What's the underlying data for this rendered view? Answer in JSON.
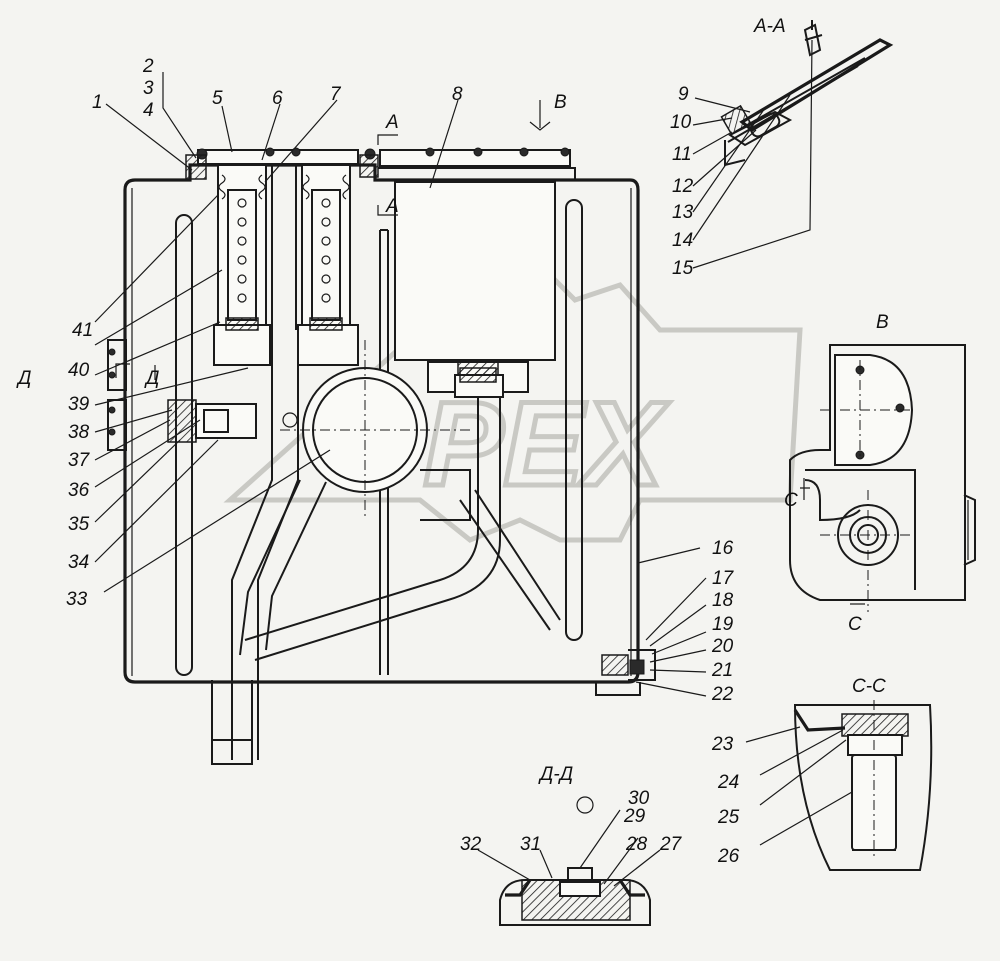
{
  "callouts": [
    {
      "id": "c1",
      "text": "1"
    },
    {
      "id": "c2",
      "text": "2"
    },
    {
      "id": "c3",
      "text": "3"
    },
    {
      "id": "c4",
      "text": "4"
    },
    {
      "id": "c5",
      "text": "5"
    },
    {
      "id": "c6",
      "text": "6"
    },
    {
      "id": "c7",
      "text": "7"
    },
    {
      "id": "c8",
      "text": "8"
    },
    {
      "id": "c9",
      "text": "9"
    },
    {
      "id": "c10",
      "text": "10"
    },
    {
      "id": "c11",
      "text": "11"
    },
    {
      "id": "c12",
      "text": "12"
    },
    {
      "id": "c13",
      "text": "13"
    },
    {
      "id": "c14",
      "text": "14"
    },
    {
      "id": "c15",
      "text": "15"
    },
    {
      "id": "c16",
      "text": "16"
    },
    {
      "id": "c17",
      "text": "17"
    },
    {
      "id": "c18",
      "text": "18"
    },
    {
      "id": "c19",
      "text": "19"
    },
    {
      "id": "c20",
      "text": "20"
    },
    {
      "id": "c21",
      "text": "21"
    },
    {
      "id": "c22",
      "text": "22"
    },
    {
      "id": "c23",
      "text": "23"
    },
    {
      "id": "c24",
      "text": "24"
    },
    {
      "id": "c25",
      "text": "25"
    },
    {
      "id": "c26",
      "text": "26"
    },
    {
      "id": "c27",
      "text": "27"
    },
    {
      "id": "c28",
      "text": "28"
    },
    {
      "id": "c29",
      "text": "29"
    },
    {
      "id": "c30",
      "text": "30"
    },
    {
      "id": "c31",
      "text": "31"
    },
    {
      "id": "c32",
      "text": "32"
    },
    {
      "id": "c33",
      "text": "33"
    },
    {
      "id": "c34",
      "text": "34"
    },
    {
      "id": "c35",
      "text": "35"
    },
    {
      "id": "c36",
      "text": "36"
    },
    {
      "id": "c37",
      "text": "37"
    },
    {
      "id": "c38",
      "text": "38"
    },
    {
      "id": "c39",
      "text": "39"
    },
    {
      "id": "c40",
      "text": "40"
    },
    {
      "id": "c41",
      "text": "41"
    }
  ],
  "sections": {
    "aa_title": "А-А",
    "a_mark_top": "А",
    "a_mark_bottom": "А",
    "v_title": "В",
    "v_arrow": "В",
    "cc_title": "С-С",
    "c_mark_top": "С",
    "c_mark_bottom": "С",
    "dd_title": "Д-Д",
    "d_mark_left": "Д",
    "d_mark_right": "Д"
  },
  "watermark": {
    "text": "OPEX",
    "color": "#c9c9c4"
  }
}
